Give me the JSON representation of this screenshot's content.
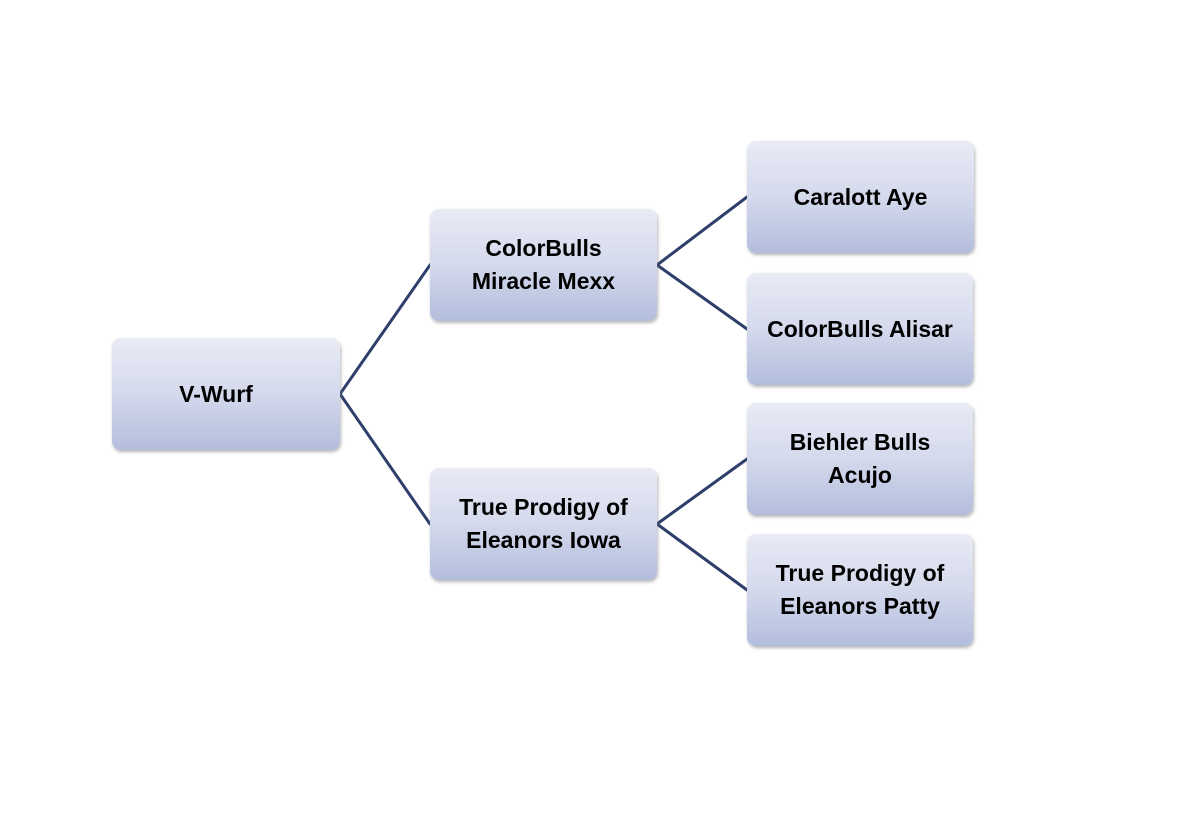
{
  "diagram": {
    "type": "pedigree-tree",
    "colors": {
      "connector": "#2e3f6b",
      "node_top": "#e9ebf5",
      "node_bottom": "#b3bedd",
      "text": "#000000"
    },
    "root": {
      "label": "V-Wurf"
    },
    "parents": [
      {
        "label": "ColorBulls\nMiracle Mexx"
      },
      {
        "label": "True Prodigy of\nEleanors Iowa"
      }
    ],
    "grandparents": [
      {
        "label": "Caralott Aye"
      },
      {
        "label": "ColorBulls Alisar"
      },
      {
        "label": "Biehler Bulls\nAcujo"
      },
      {
        "label": "True Prodigy of\nEleanors Patty"
      }
    ],
    "edges": [
      {
        "from": "root",
        "to": "parents.0"
      },
      {
        "from": "root",
        "to": "parents.1"
      },
      {
        "from": "parents.0",
        "to": "grandparents.0"
      },
      {
        "from": "parents.0",
        "to": "grandparents.1"
      },
      {
        "from": "parents.1",
        "to": "grandparents.2"
      },
      {
        "from": "parents.1",
        "to": "grandparents.3"
      }
    ]
  }
}
